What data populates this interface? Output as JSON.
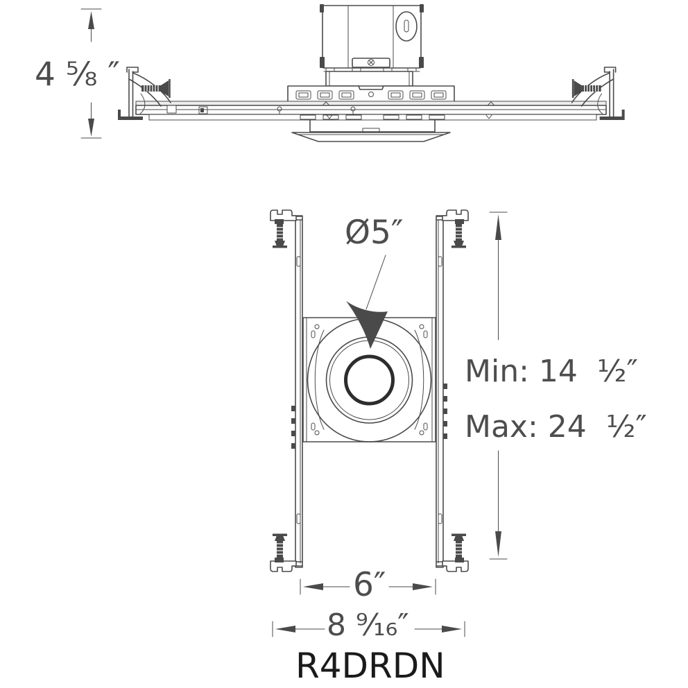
{
  "colors": {
    "background": "#ffffff",
    "line": "#4a4a4a",
    "dimension_text": "#4d4d4d",
    "model_text": "#1a1a1a"
  },
  "side_view": {
    "height_dimension": "4 ⅝ ″"
  },
  "plan_view": {
    "aperture_dimension": "Ø5″",
    "min_extension": "Min: 14  ½″",
    "max_extension": "Max: 24  ½″",
    "plate_width_dimension": "6″",
    "overall_width_dimension": "8 ⁹⁄₁₆″"
  },
  "model_number": "R4DRDN"
}
